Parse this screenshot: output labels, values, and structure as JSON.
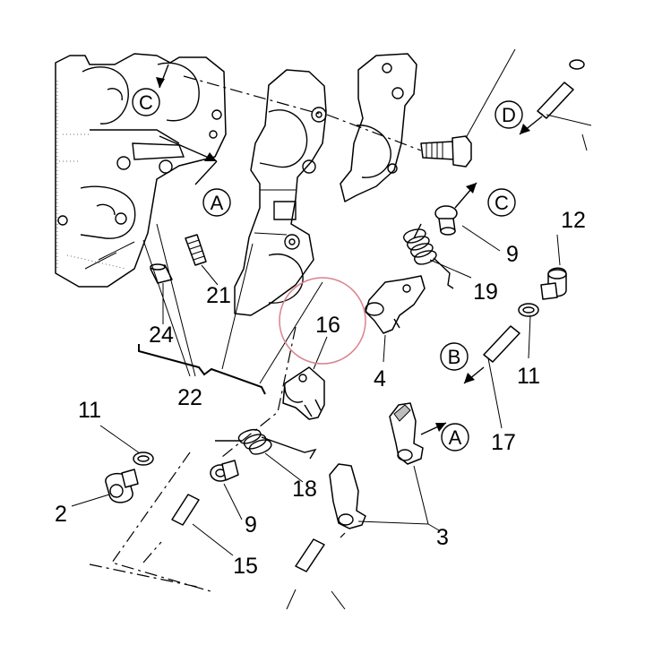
{
  "labels": {
    "p2": "2",
    "p3": "3",
    "p4": "4",
    "p9a": "9",
    "p9b": "9",
    "p11a": "11",
    "p11b": "11",
    "p12": "12",
    "p15": "15",
    "p16": "16",
    "p17": "17",
    "p18": "18",
    "p19": "19",
    "p21": "21",
    "p22": "22",
    "p24": "24"
  },
  "callouts": {
    "A1": "A",
    "A2": "A",
    "B": "B",
    "C1": "C",
    "C2": "C",
    "D": "D"
  },
  "highlight_color": "#d9828e"
}
